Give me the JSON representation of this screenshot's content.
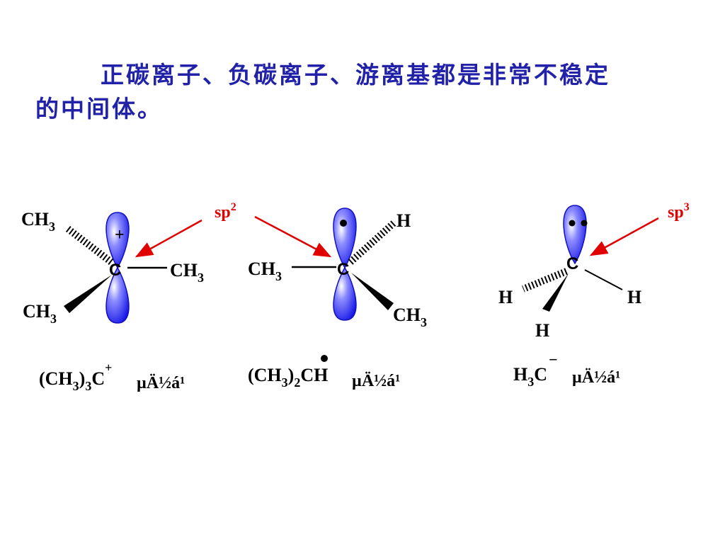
{
  "intro": {
    "line1": "正碳离子、负碳离子、游离基都是非常不稳定",
    "line2": "的中间体。"
  },
  "colors": {
    "text": "#2222a8",
    "orbital": "#2d2df0",
    "arrow": "#e00000"
  },
  "diagrams": {
    "cation": {
      "center": "C",
      "charge": "+",
      "top_left": "CH",
      "right": "CH",
      "bottom_left": "CH",
      "sub": "3",
      "hybrid": "sp",
      "hybrid_sup": "2",
      "formula_a": "(CH",
      "formula_sub1": "3",
      "formula_b": ")",
      "formula_sub2": "3",
      "formula_c": "C",
      "formula_sup": "+",
      "caption": "µÄ½á¹"
    },
    "radical": {
      "center": "C",
      "top_right": "H",
      "left": "CH",
      "bottom_right": "CH",
      "sub": "3",
      "hybrid": "sp",
      "hybrid_sup": "2",
      "formula_a": "(CH",
      "formula_sub1": "3",
      "formula_b": ")",
      "formula_sub2": "2",
      "formula_c": "CH",
      "caption": "µÄ½á¹"
    },
    "anion": {
      "center": "C",
      "left": "H",
      "right": "H",
      "bottom": "H",
      "hybrid": "sp",
      "hybrid_sup": "3",
      "formula_a": "H",
      "formula_sub": "3",
      "formula_b": "C",
      "formula_sup": "−",
      "caption": "µÄ½á¹"
    }
  }
}
